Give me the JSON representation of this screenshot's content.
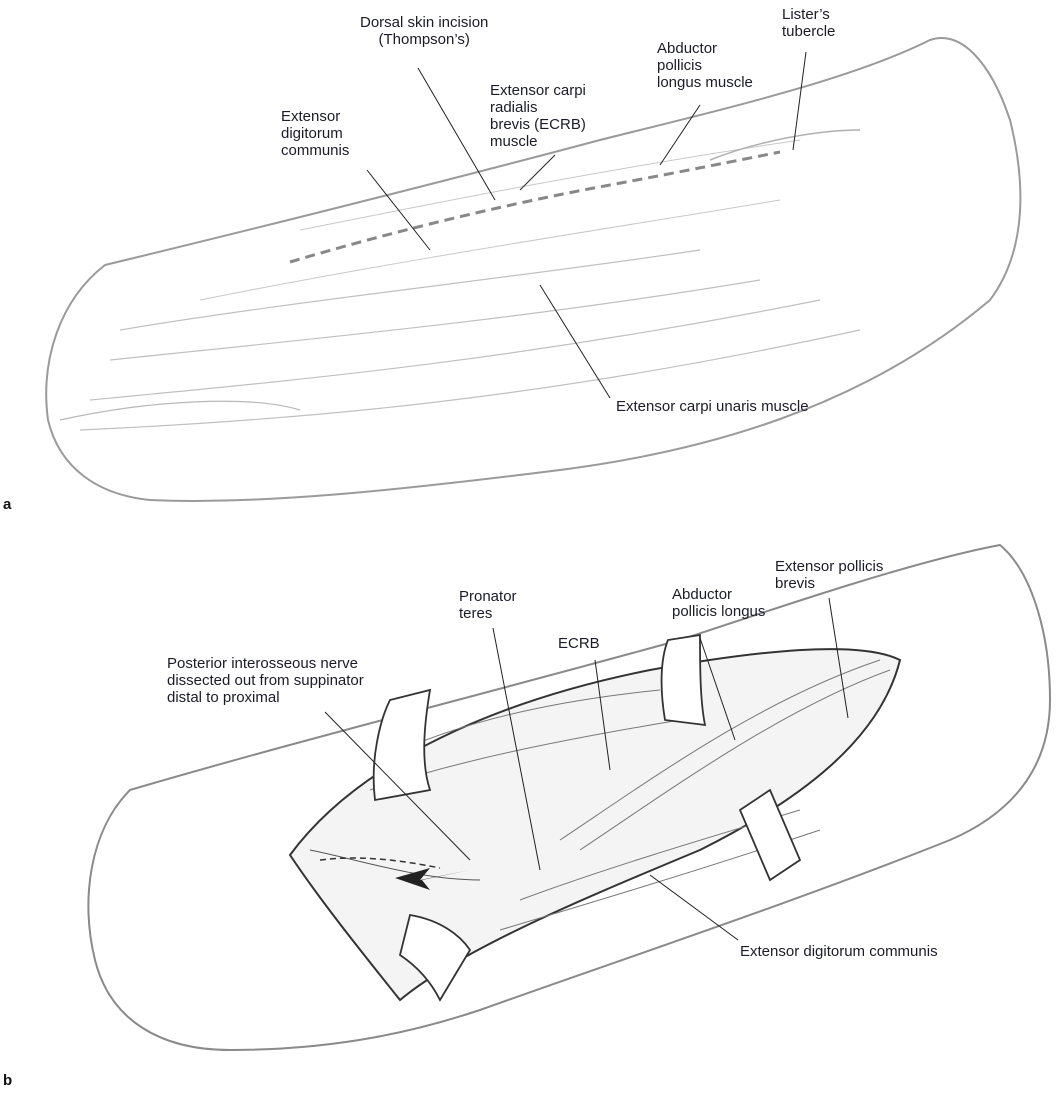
{
  "figure": {
    "panels": [
      {
        "letter": "a",
        "labels": {
          "dorsal_incision": [
            "Dorsal skin incision",
            "(Thompson’s)"
          ],
          "edc": [
            "Extensor",
            "digitorum",
            "communis"
          ],
          "ecrb": [
            "Extensor carpi",
            "radialis",
            "brevis (ECRB)",
            "muscle"
          ],
          "apl": [
            "Abductor",
            "pollicis",
            "longus muscle"
          ],
          "listers": [
            "Lister’s",
            "tubercle"
          ],
          "ecu": [
            "Extensor carpi unaris muscle"
          ]
        }
      },
      {
        "letter": "b",
        "labels": {
          "pin": [
            "Posterior interosseous nerve",
            "dissected out from suppinator",
            "distal to proximal"
          ],
          "pronator": [
            "Pronator",
            "teres"
          ],
          "ecrb": [
            "ECRB"
          ],
          "apl": [
            "Abductor",
            "pollicis longus"
          ],
          "epb": [
            "Extensor pollicis",
            "brevis"
          ],
          "edc": [
            "Extensor digitorum communis"
          ]
        }
      }
    ]
  }
}
